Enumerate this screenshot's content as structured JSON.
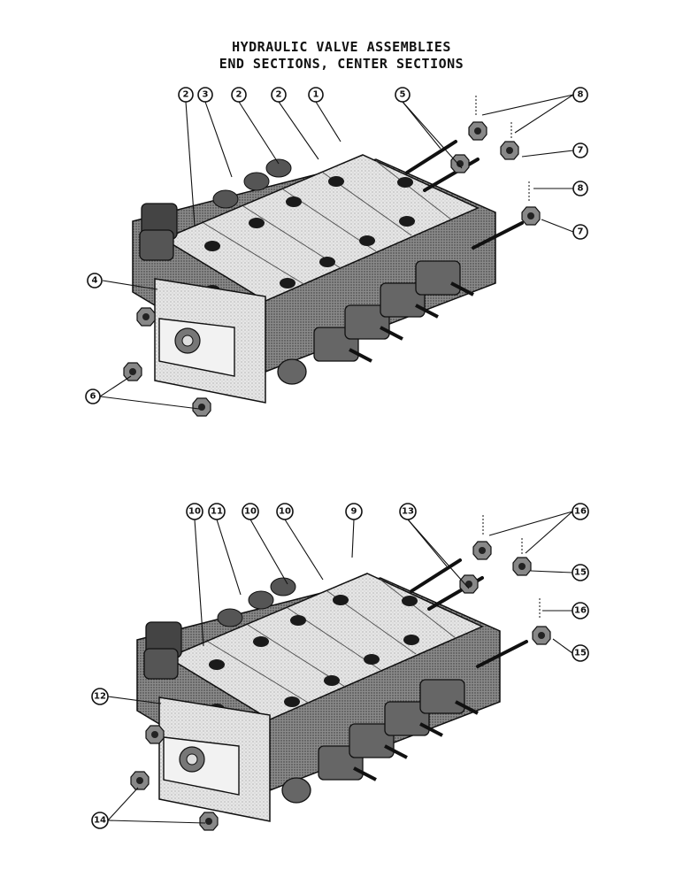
{
  "title_line1": "HYDRAULIC VALVE ASSEMBLIES",
  "title_line2": "END SECTIONS, CENTER SECTIONS",
  "upper_assembly": {
    "callouts": [
      "2",
      "3",
      "2",
      "2",
      "1",
      "5",
      "8",
      "7",
      "8",
      "7",
      "4",
      "6"
    ]
  },
  "lower_assembly": {
    "callouts": [
      "10",
      "11",
      "10",
      "10",
      "9",
      "13",
      "16",
      "15",
      "16",
      "15",
      "12",
      "14"
    ]
  },
  "colors": {
    "ink": "#111111",
    "body": "#d9d9d9",
    "shadow": "#6b6b6b",
    "hole": "#1a1a1a"
  }
}
